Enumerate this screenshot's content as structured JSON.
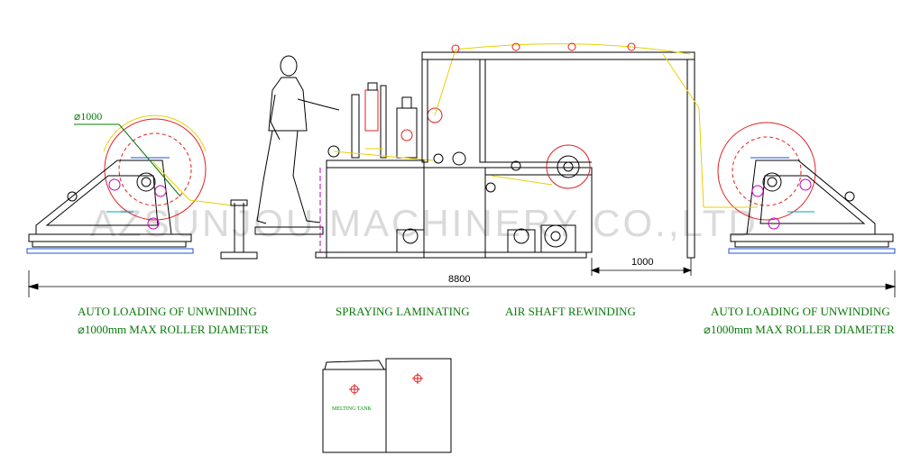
{
  "watermark": "AZSUNJOU MACHINERY CO.,LTD",
  "dimensions": {
    "overall_length": "8800",
    "rewind_offset": "1000",
    "roller_diameter_callout": "⌀1000"
  },
  "sections": {
    "left_unwind": {
      "line1": "AUTO LOADING OF UNWINDING",
      "line2": "⌀1000mm MAX ROLLER DIAMETER"
    },
    "spraying": {
      "line1": "SPRAYING LAMINATING"
    },
    "rewinding": {
      "line1": "AIR SHAFT REWINDING"
    },
    "right_unwind": {
      "line1": "AUTO LOADING OF UNWINDING",
      "line2": "⌀1000mm MAX ROLLER DIAMETER"
    }
  },
  "melting_tank": {
    "label": "MELTING TANK"
  },
  "colors": {
    "outline": "#000000",
    "roller_red": "#e02020",
    "web_yellow": "#e8d000",
    "label_green": "#0a7a0a",
    "frame_blue": "#2050d0",
    "accent_magenta": "#c000c0",
    "accent_cyan": "#00a0c0"
  }
}
